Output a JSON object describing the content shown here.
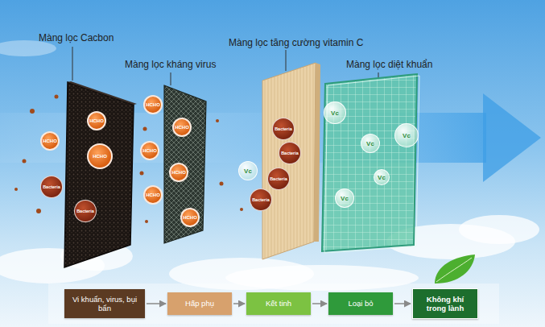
{
  "diagram": {
    "nodes": [
      {
        "text": [
          "Vi khuẩn, virus, bụi bẩn"
        ]
      },
      {
        "text": [
          "Hấp phụ"
        ]
      },
      {
        "text": [
          "Kết tinh"
        ]
      },
      {
        "text": [
          "Loại bỏ"
        ]
      },
      {
        "text": [
          "Không khí trong lành"
        ]
      },
      {
        "text": [
          "HCHO"
        ]
      },
      {
        "text": [
          "Bacteria"
        ]
      },
      {
        "text": [
          "HCHO"
        ]
      },
      {
        "text": [
          "HCHO"
        ]
      },
      {
        "text": [
          "Bacteria"
        ]
      },
      {
        "text": [
          "HCHO"
        ]
      },
      {
        "text": [
          "HCHO"
        ]
      },
      {
        "text": [
          "HCHO"
        ]
      },
      {
        "text": [
          "HCHO"
        ]
      },
      {
        "text": [
          "HCHO"
        ]
      },
      {
        "text": [
          "HCHO"
        ]
      },
      {
        "text": [
          "Bacteria"
        ]
      },
      {
        "text": [
          "Bacteria"
        ]
      },
      {
        "text": [
          "Vc"
        ]
      },
      {
        "text": [
          "Bacteria"
        ]
      },
      {
        "text": [
          "Bacteria"
        ]
      },
      {
        "text": [
          "Vc"
        ]
      },
      {
        "text": [
          "Vc"
        ]
      },
      {
        "text": [
          "Vc"
        ]
      },
      {
        "text": [
          "Vc"
        ]
      },
      {
        "text": [
          "Vc"
        ]
      }
    ],
    "edges": [
      {
        "from": 0,
        "to": 1,
        "arrow": "to"
      },
      {
        "from": 1,
        "to": 2,
        "arrow": "to"
      },
      {
        "from": 2,
        "to": 3,
        "arrow": "to"
      },
      {
        "from": 3,
        "to": 4,
        "arrow": "to"
      }
    ],
    "labels": [
      "Màng lọc Cacbon",
      "Màng lọc kháng virus",
      "Màng lọc tăng cường vitamin C",
      "Màng lọc diệt khuẩn"
    ]
  }
}
